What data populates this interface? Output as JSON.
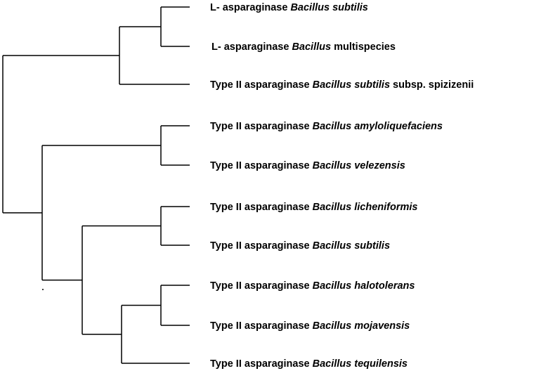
{
  "tree": {
    "leaves": [
      {
        "id": "l1",
        "parts": [
          {
            "text": "L- asparaginase "
          },
          {
            "text": "Bacillus subtilis",
            "italic": true
          }
        ]
      },
      {
        "id": "l2",
        "parts": [
          {
            "text": "L- asparaginase "
          },
          {
            "text": "Bacillus",
            "italic": true
          },
          {
            "text": " multispecies"
          }
        ]
      },
      {
        "id": "l3",
        "parts": [
          {
            "text": "Type II asparaginase "
          },
          {
            "text": "Bacillus subtilis",
            "italic": true
          },
          {
            "text": " subsp. spizizenii"
          }
        ]
      },
      {
        "id": "l4",
        "parts": [
          {
            "text": "Type II asparaginase "
          },
          {
            "text": "Bacillus amyloliquefaciens",
            "italic": true
          }
        ]
      },
      {
        "id": "l5",
        "parts": [
          {
            "text": "Type II asparaginase "
          },
          {
            "text": "Bacillus velezensis",
            "italic": true
          }
        ]
      },
      {
        "id": "l6",
        "parts": [
          {
            "text": "Type II asparaginase "
          },
          {
            "text": "Bacillus licheniformis",
            "italic": true
          }
        ]
      },
      {
        "id": "l7",
        "parts": [
          {
            "text": "Type II asparaginase "
          },
          {
            "text": "Bacillus subtilis",
            "italic": true
          }
        ]
      },
      {
        "id": "l8",
        "parts": [
          {
            "text": "Type II asparaginase "
          },
          {
            "text": "Bacillus halotolerans",
            "italic": true
          }
        ]
      },
      {
        "id": "l9",
        "parts": [
          {
            "text": "Type II asparaginase "
          },
          {
            "text": "Bacillus mojavensis",
            "italic": true
          }
        ]
      },
      {
        "id": "l10",
        "parts": [
          {
            "text": "Type II asparaginase "
          },
          {
            "text": "Bacillus tequilensis",
            "italic": true
          }
        ]
      }
    ],
    "clades": [
      {
        "id": "c12",
        "children": [
          "l1",
          "l2"
        ]
      },
      {
        "id": "c123",
        "children": [
          "c12",
          "l3"
        ]
      },
      {
        "id": "c45",
        "children": [
          "l4",
          "l5"
        ]
      },
      {
        "id": "c67",
        "children": [
          "l6",
          "l7"
        ]
      },
      {
        "id": "c89",
        "children": [
          "l8",
          "l9"
        ]
      },
      {
        "id": "c8910",
        "children": [
          "c89",
          "l10"
        ]
      },
      {
        "id": "c6710",
        "children": [
          "c67",
          "c8910"
        ]
      },
      {
        "id": "c4510",
        "children": [
          "c45",
          "c6710"
        ]
      },
      {
        "id": "root",
        "children": [
          "c123",
          "c4510"
        ]
      }
    ],
    "line_color": "#000000",
    "text_color": "#000000"
  }
}
